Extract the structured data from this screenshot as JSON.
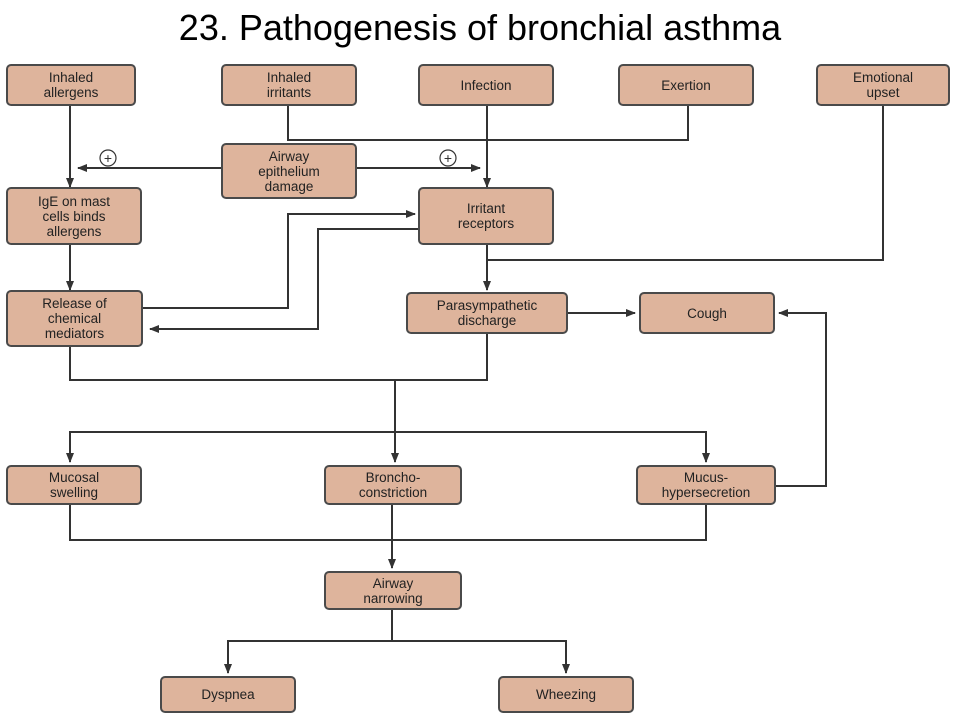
{
  "title": "23. Pathogenesis of bronchial asthma",
  "colors": {
    "node_fill": "#deb49c",
    "node_border": "#4a4a4a",
    "line": "#333333"
  },
  "nodes": {
    "inhaled_allergens": "Inhaled\nallergens",
    "inhaled_irritants": "Inhaled\nirritants",
    "infection": "Infection",
    "exertion": "Exertion",
    "emotional_upset": "Emotional\nupset",
    "airway_epithelium_damage": "Airway\nepithelium\ndamage",
    "ige_mast_cells": "IgE on mast\ncells binds\nallergens",
    "irritant_receptors": "Irritant\nreceptors",
    "release_chemical_mediators": "Release of\nchemical\nmediators",
    "parasympathetic_discharge": "Parasympathetic\ndischarge",
    "cough": "Cough",
    "mucosal_swelling": "Mucosal\nswelling",
    "bronchoconstriction": "Broncho-\nconstriction",
    "mucus_hypersecretion": "Mucus-\nhypersecretion",
    "airway_narrowing": "Airway\nnarrowing",
    "dyspnea": "Dyspnea",
    "wheezing": "Wheezing"
  },
  "signs": {
    "left": "+",
    "right": "+"
  }
}
